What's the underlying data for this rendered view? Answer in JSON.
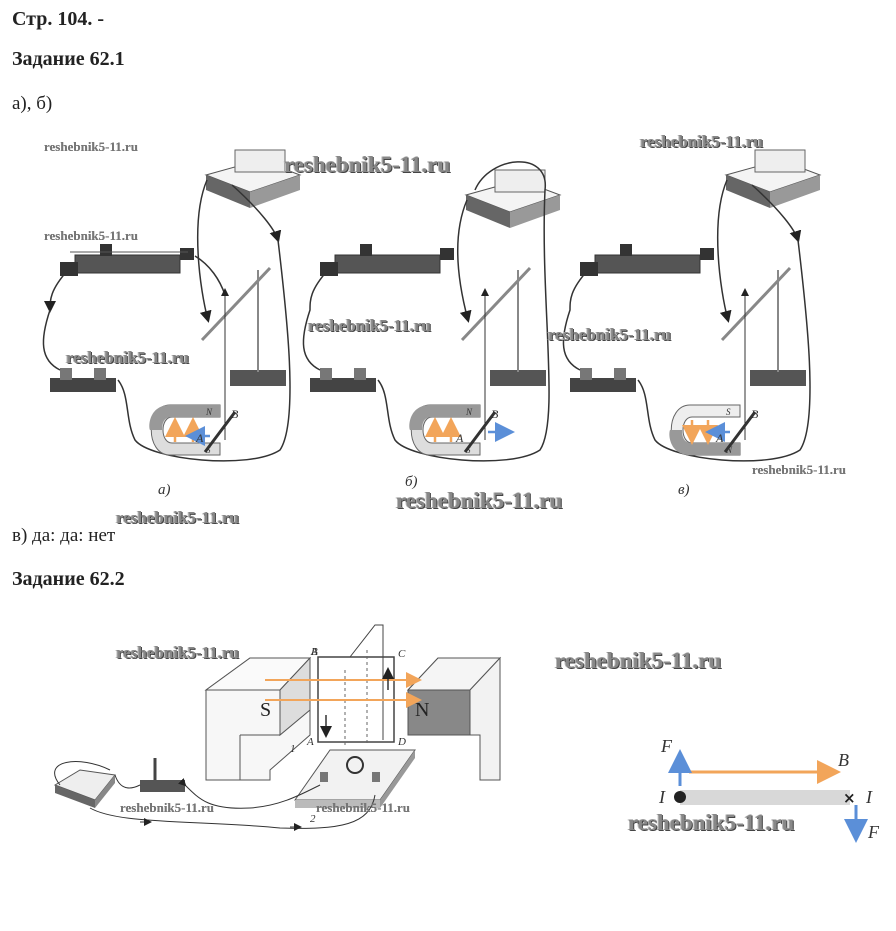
{
  "page": {
    "header": "Стр. 104. -",
    "task1": {
      "title": "Задание 62.1",
      "parts_label": "а), б)",
      "figure_captions": [
        "а)",
        "б)",
        "в)"
      ],
      "magnet_poles": {
        "a": [
          "N",
          "S"
        ],
        "b": [
          "N",
          "S"
        ],
        "v": [
          "S",
          "N"
        ]
      },
      "point_labels": [
        "A",
        "B"
      ],
      "answer": "в) да: да: нет"
    },
    "task2": {
      "title": "Задание 62.2",
      "magnet_labels": [
        "S",
        "N"
      ],
      "frame_labels": [
        "A",
        "B",
        "C",
        "D"
      ],
      "callouts": [
        "1",
        "2"
      ],
      "force_diagram": {
        "force_label": "F",
        "field_label": "B",
        "current_label": "I",
        "current_left_symbol": "dot",
        "current_right_symbol": "cross"
      }
    },
    "watermarks": [
      "reshebnik5-11.ru"
    ],
    "colors": {
      "field_arrow": "#f2a55a",
      "force_arrow": "#5b8fd8",
      "conductor_bar": "#d8d8d8",
      "magnet_dark": "#8a8a8a"
    }
  }
}
